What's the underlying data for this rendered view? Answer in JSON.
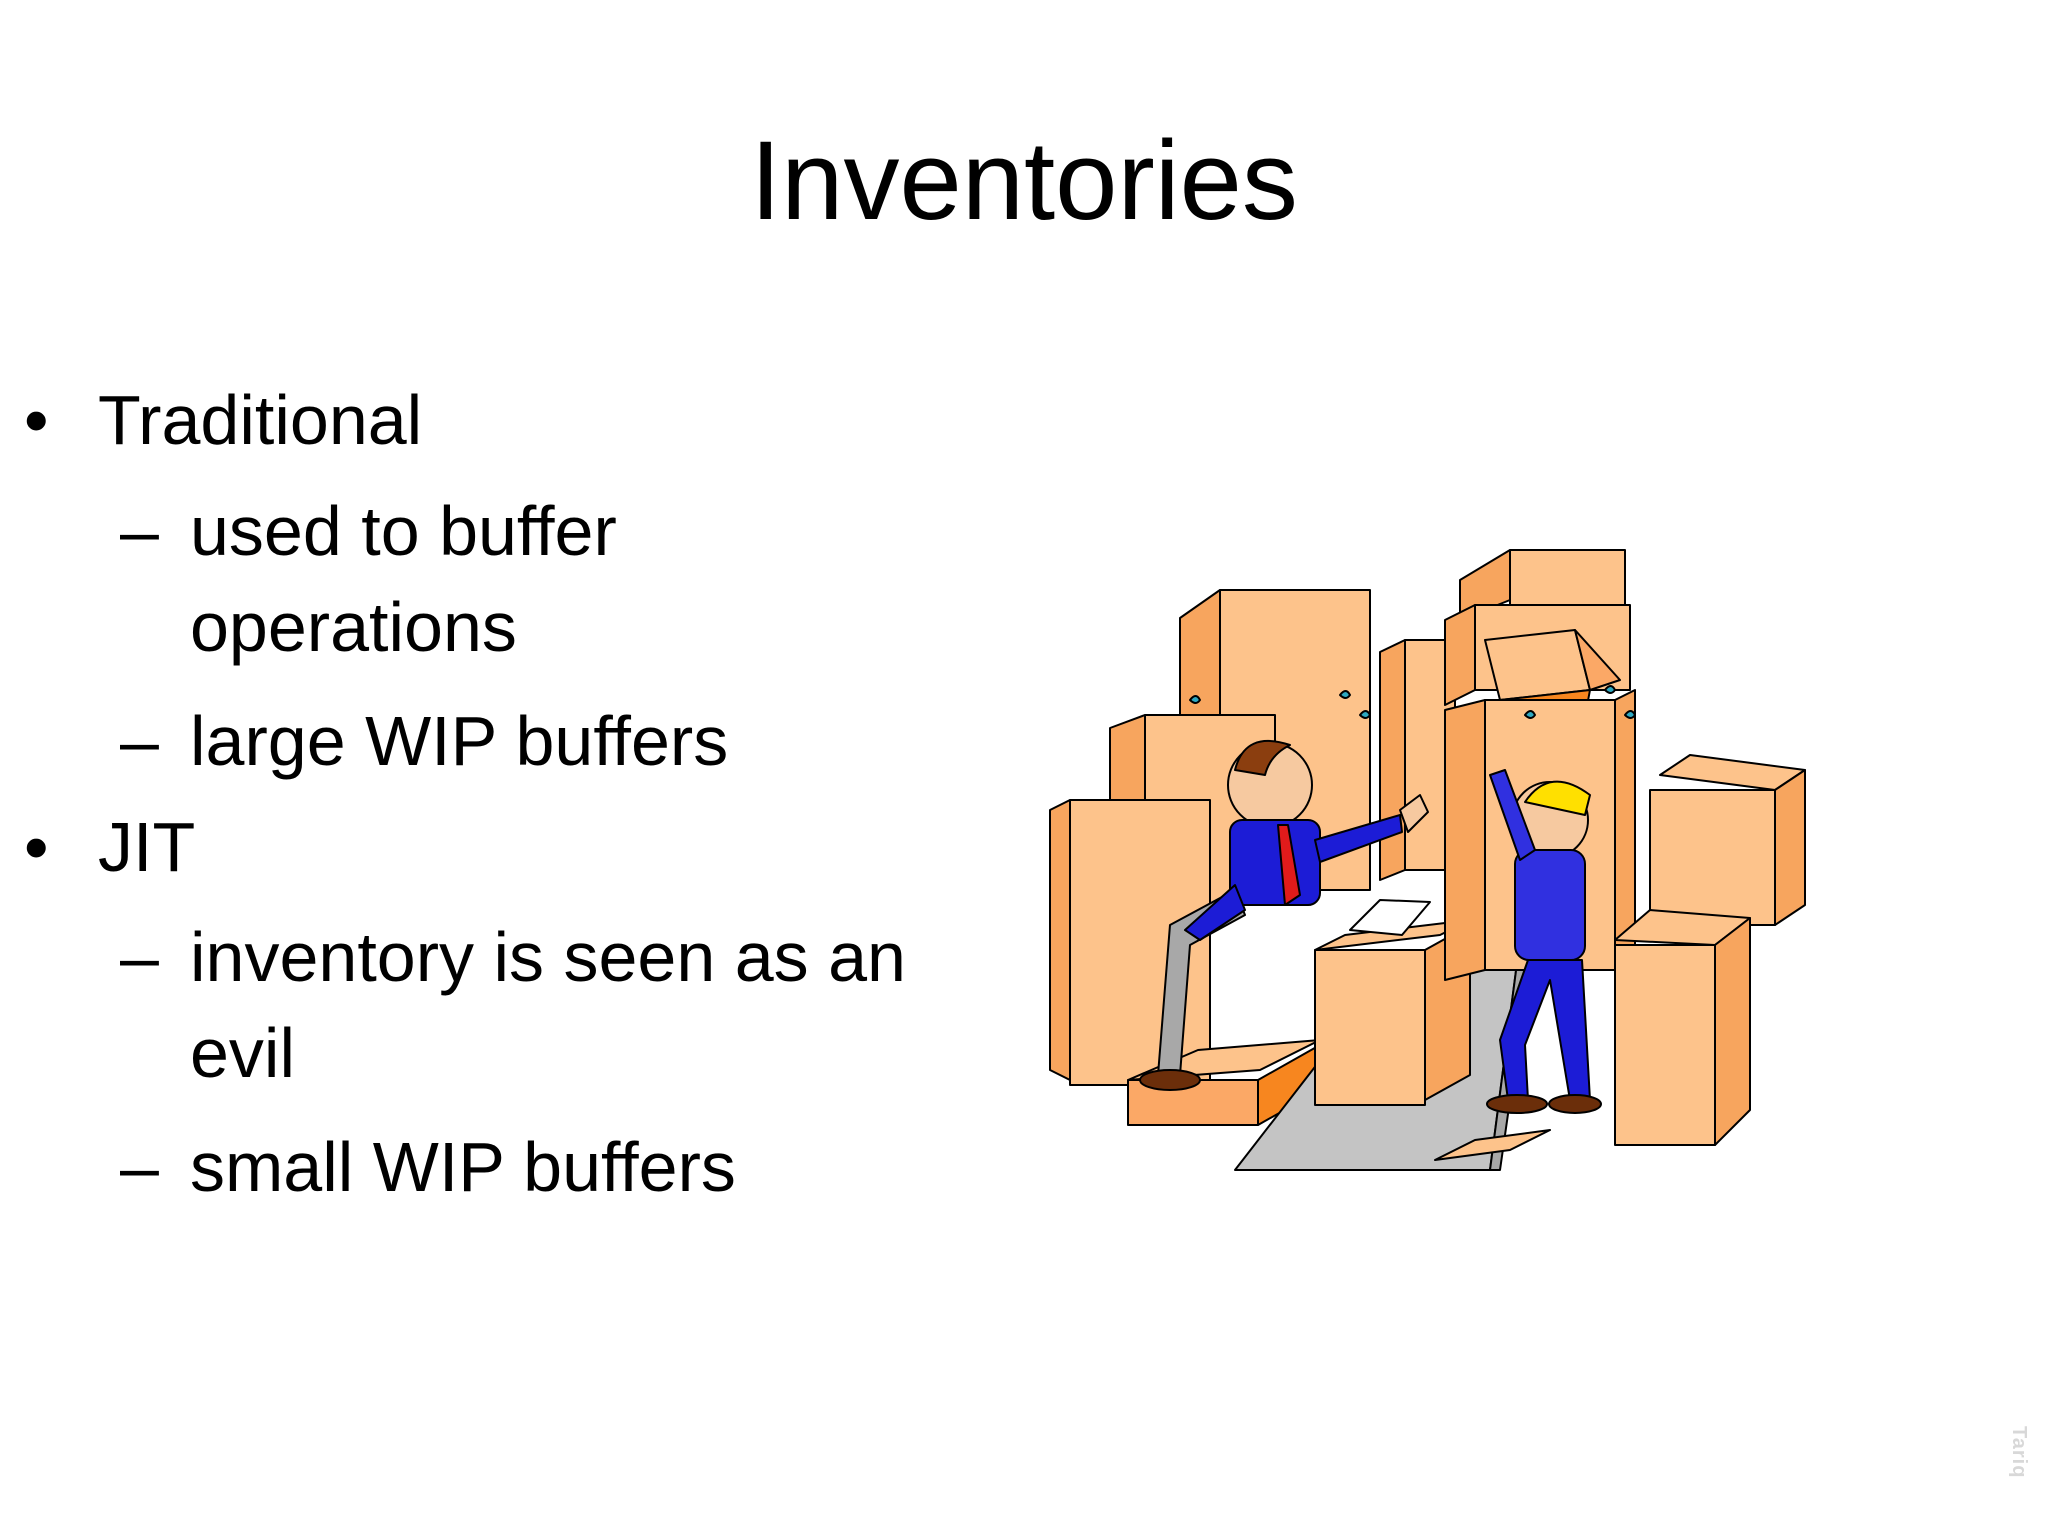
{
  "slide": {
    "title": "Inventories",
    "sections": [
      {
        "bullet": "•",
        "label": "Traditional",
        "points": [
          {
            "dash": "–",
            "lines": [
              "used to buffer",
              "operations"
            ]
          },
          {
            "dash": "–",
            "lines": [
              "large WIP buffers"
            ]
          }
        ]
      },
      {
        "bullet": "•",
        "label": "JIT",
        "points": [
          {
            "dash": "–",
            "lines": [
              "inventory is seen as an",
              "evil"
            ]
          },
          {
            "dash": "–",
            "lines": [
              "small WIP buffers"
            ]
          }
        ]
      }
    ]
  },
  "illustration": {
    "icon": "workers-with-falling-boxes-clipart",
    "colors": {
      "box_light": "#FDC38B",
      "box_mid": "#FBA866",
      "box_dark": "#F7861F",
      "jacket": "#1C1CD6",
      "tie": "#E01B1B",
      "hardhat": "#FFE000",
      "ramp": "#C4C4C4",
      "outline": "#000000"
    }
  },
  "watermark": {
    "text": "Tariq"
  }
}
